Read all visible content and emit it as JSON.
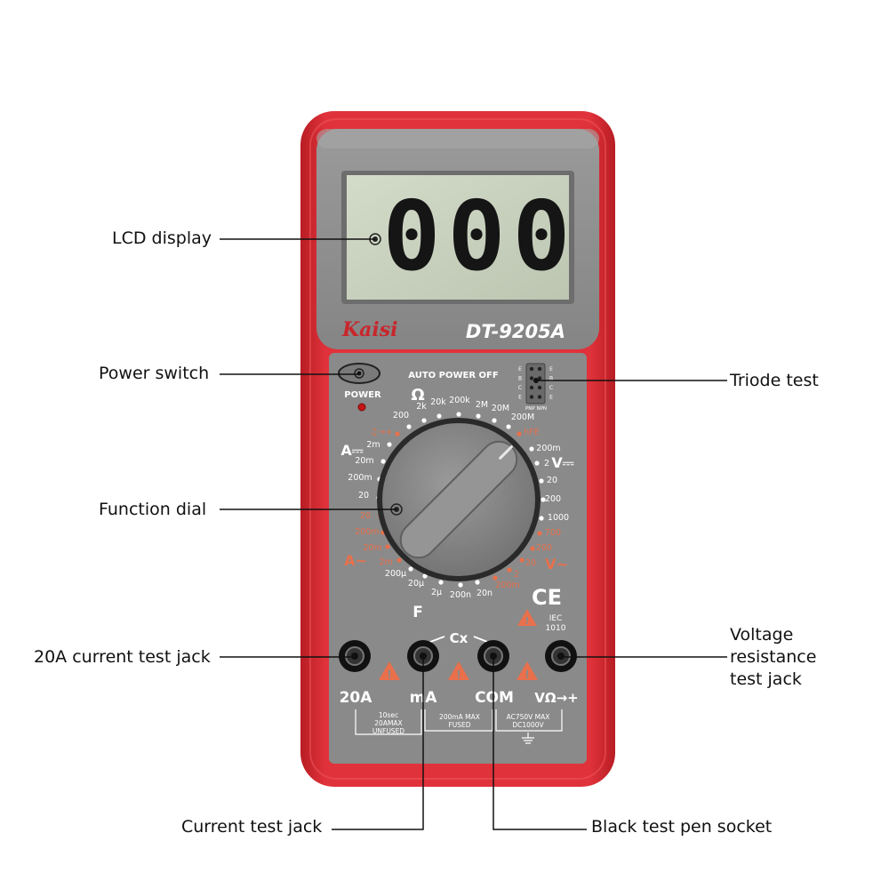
{
  "meter": {
    "brand": "Kaisi",
    "model": "DT-9205A",
    "lcd_reading": "000",
    "auto_power_off": "AUTO POWER OFF",
    "power_label": "POWER",
    "transistor_socket": {
      "left_pins": [
        "E",
        "B",
        "C",
        "E"
      ],
      "right_pins": [
        "E",
        "B",
        "C",
        "E"
      ],
      "caption": "PNP NPN"
    },
    "dial_symbols": {
      "ohm": "Ω",
      "dc_amps": "A⎓",
      "ac_amps": "A~",
      "dc_volts": "V⎓",
      "ac_volts": "V~",
      "farad": "F",
      "capacitance": "Cx"
    },
    "dial_labels": {
      "ohm_ranges": [
        "200",
        "2k",
        "20k",
        "200k",
        "2M",
        "20M",
        "200M"
      ],
      "hfe": "hFE",
      "dc_volt_ranges": [
        "200m",
        "2",
        "20",
        "200",
        "1000"
      ],
      "ac_volt_ranges": [
        "700",
        "200",
        "20",
        "2",
        "200m"
      ],
      "cap_ranges": [
        "20n",
        "200n",
        "2µ",
        "20µ",
        "200µ",
        "2m"
      ],
      "ac_amp_ranges": [
        "20m",
        "200m",
        "20"
      ],
      "dc_amp_ranges": [
        "2m",
        "20m",
        "200m",
        "20"
      ],
      "continuity": "♫→+"
    },
    "ce_mark": "CE",
    "standard": [
      "IEC",
      "1010"
    ],
    "jacks": [
      "20A",
      "mA",
      "COM",
      "VΩ→+"
    ],
    "fuse_notes": {
      "a20": [
        "10sec",
        "20AMAX",
        "UNFUSED"
      ],
      "ma": [
        "200mA MAX",
        "FUSED"
      ],
      "v": [
        "AC750V MAX",
        "DC1000V"
      ]
    },
    "colors": {
      "body_red": "#d8262c",
      "panel_gray": "#8c8c8c",
      "lcd": "#c9d2bf",
      "orange_label": "#e8704c"
    }
  },
  "callouts": {
    "lcd_display": "LCD display",
    "power_switch": "Power switch",
    "function_dial": "Function dial",
    "jack_20a": "20A current test jack",
    "triode_test": "Triode test",
    "voltage_jack": [
      "Voltage",
      "resistance",
      "test jack"
    ],
    "current_jack": "Current test jack",
    "black_pen": "Black test pen socket"
  }
}
